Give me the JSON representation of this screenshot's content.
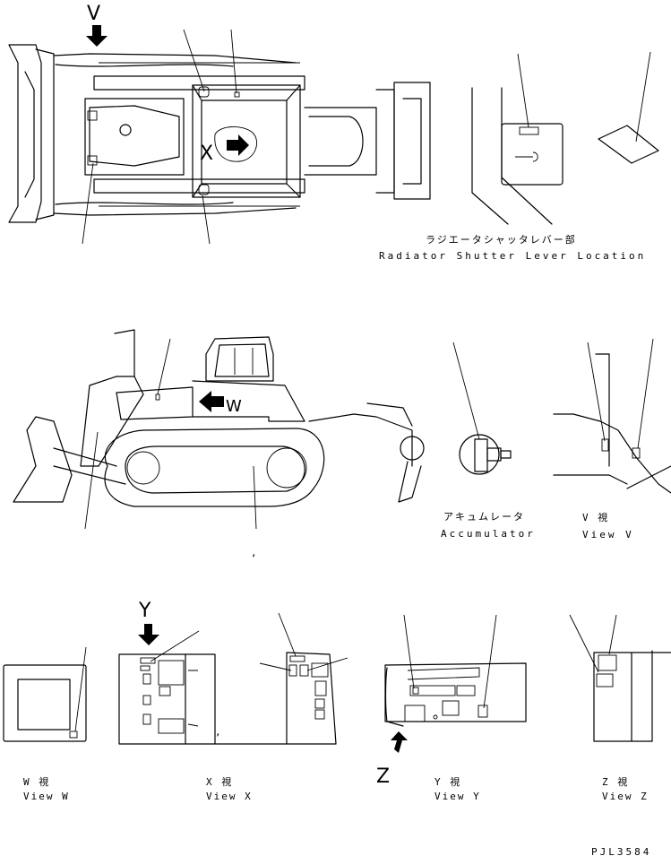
{
  "views": {
    "v_letter": "V",
    "x_letter": "X",
    "w_letter": "W",
    "y_letter": "Y",
    "z_letter": "Z"
  },
  "captions": {
    "radiator_jp": "ラジエータシャッタレバー部",
    "radiator_en": "Radiator Shutter Lever Location",
    "accumulator_jp": "アキュムレータ",
    "accumulator_en": "Accumulator",
    "view_v_jp": "V 視",
    "view_v_en": "View V",
    "view_w_jp": "W 視",
    "view_w_en": "View W",
    "view_x_jp": "X 視",
    "view_x_en": "View X",
    "view_y_jp": "Y 視",
    "view_y_en": "View Y",
    "view_z_jp": "Z 視",
    "view_z_en": "View Z"
  },
  "marks": {
    "comma1": ",",
    "comma2": ","
  },
  "drawing_number": "PJL3584"
}
